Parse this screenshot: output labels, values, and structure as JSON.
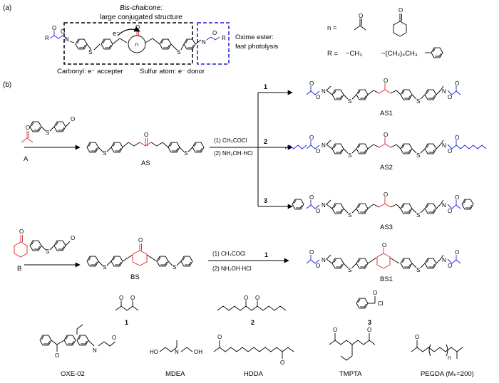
{
  "panel_a": {
    "label": "(a)",
    "header_line1": "Bis-chalcone:",
    "header_line2": "large conjugated structure",
    "electron": "e⁻",
    "ring_center": "n",
    "oxime_title": "Oxime ester:",
    "oxime_subtitle": "fast photolysis",
    "carbonyl_note": "Carbonyl: e⁻ accepter",
    "sulfur_note": "Sulfur atom: e⁻ donor",
    "n_label": "n =",
    "r_label": "R =",
    "r_methyl": "−CH₃",
    "r_pentyl": "−(CH₂)₄CH₃",
    "atom_r": "R",
    "atom_o": "O",
    "atom_n": "N",
    "atom_s": "S"
  },
  "panel_b": {
    "label": "(b)",
    "compound_a": "A",
    "compound_as": "AS",
    "compound_b": "B",
    "compound_bs": "BS",
    "step1": "(1) CH₃COCl",
    "step2": "(2) NH₂OH·HCl",
    "route_1": "1",
    "route_2": "2",
    "route_3": "3",
    "product_as1": "AS1",
    "product_as2": "AS2",
    "product_as3": "AS3",
    "product_bs1": "BS1"
  },
  "reagents": {
    "r1": "1",
    "r2": "2",
    "r3": "3",
    "cl": "Cl"
  },
  "formulation": {
    "oxe02": "OXE-02",
    "mdea": "MDEA",
    "hdda": "HDDA",
    "tmpta": "TMPTA",
    "pegda": "PEGDA (Mₙ=200)",
    "n": "n",
    "atom_ho": "HO",
    "atom_oh": "OH"
  },
  "colors": {
    "oxime_blue": "#1a1adc",
    "carbonyl_red": "#e02020",
    "sulfur_orange": "#e8781e"
  }
}
